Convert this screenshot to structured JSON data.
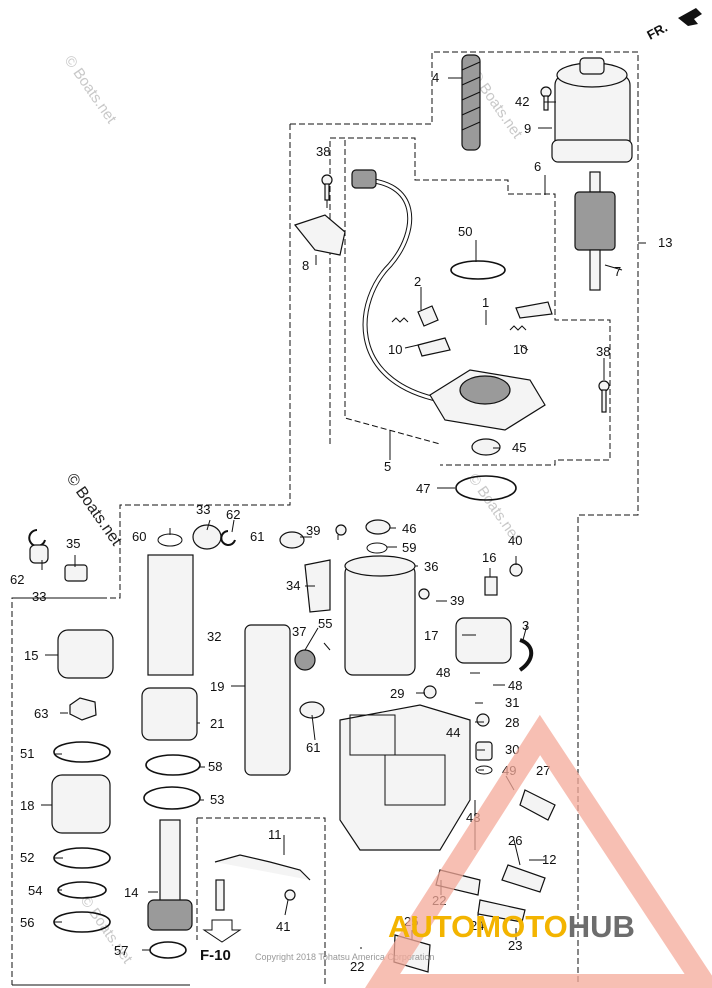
{
  "orientation_label": "FR.",
  "reference_label": "F-10",
  "watermark_big": "© Boats.net",
  "watermark_small": "© Boats.net",
  "copyright": "Copyright 2018 Tohatsu America Corporation",
  "brand": {
    "part1": "AUTO",
    "part2": "MOTO",
    "part3": "HUB",
    "accent": "#e8423a",
    "logo_fill": "#f4a99a"
  },
  "callouts": [
    "4",
    "42",
    "9",
    "6",
    "13",
    "38",
    "8",
    "50",
    "7",
    "2",
    "1",
    "10",
    "10",
    "38",
    "45",
    "5",
    "47",
    "33",
    "62",
    "60",
    "62",
    "35",
    "33",
    "15",
    "32",
    "63",
    "51",
    "18",
    "52",
    "54",
    "56",
    "57",
    "14",
    "21",
    "58",
    "53",
    "19",
    "61",
    "39",
    "46",
    "59",
    "36",
    "34",
    "37",
    "55",
    "61",
    "16",
    "40",
    "39",
    "3",
    "17",
    "48",
    "48",
    "29",
    "31",
    "28",
    "44",
    "30",
    "49",
    "27",
    "43",
    "26",
    "12",
    "22",
    "24",
    "23",
    "11",
    "41",
    "25",
    "22"
  ]
}
